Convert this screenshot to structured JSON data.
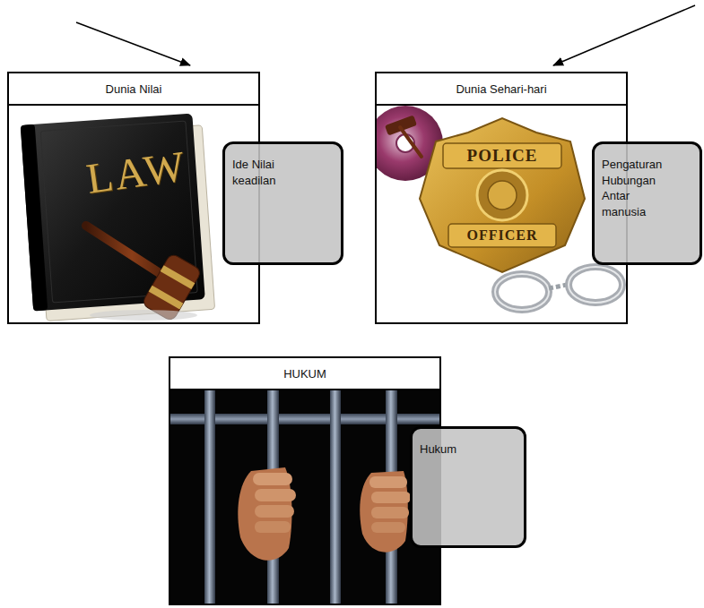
{
  "diagram": {
    "nodes": [
      {
        "text": [
          "Dunia Nilai"
        ]
      },
      {
        "text": [
          "Ide Nilai keadilan"
        ]
      },
      {
        "text": [
          "Dunia Sehari-hari"
        ]
      },
      {
        "text": [
          "Pengaturan Hubungan Antar manusia"
        ]
      },
      {
        "text": [
          "HUKUM"
        ]
      },
      {
        "text": [
          "Hukum"
        ]
      }
    ],
    "labels": [
      "LAW",
      "POLICE",
      "OFFICER"
    ]
  }
}
